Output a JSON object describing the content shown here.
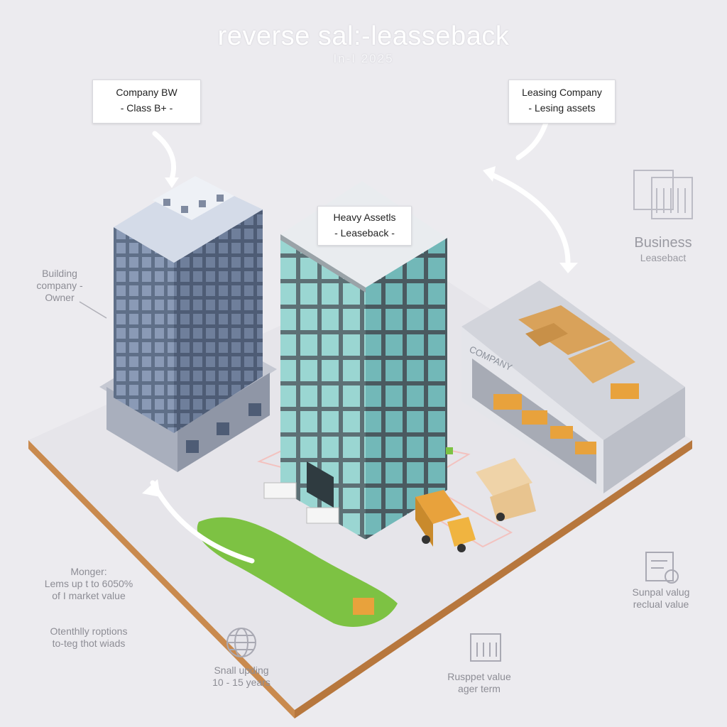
{
  "header": {
    "title": "reverse sal:-leasseback",
    "subtitle": "In-I 2025"
  },
  "callouts": {
    "company": {
      "name": "Company BW",
      "detail": "- Class B+ -"
    },
    "leasing": {
      "name": "Leasing Company",
      "detail": "- Lesing assets"
    },
    "heavy": {
      "name": "Heavy Assetls",
      "detail": "- Leaseback -"
    }
  },
  "warehouse_sign": "COMPANY",
  "side_labels": {
    "building": {
      "line1": "Building",
      "line2": "company -",
      "line3": "Owner"
    },
    "business": {
      "line1": "Business",
      "line2": "Leasebact"
    },
    "monger": {
      "line1": "Monger:",
      "line2": "Lems up t to 6050%",
      "line3": "of I market value"
    },
    "options": {
      "line1": "Otenthlly roptions",
      "line2": "to-teg thot wiads"
    },
    "small": {
      "line1": "Snall upding",
      "line2": "10 - 15 years"
    },
    "residual": {
      "line1": "Sunpal valug",
      "line2": "reclual value"
    },
    "rusppet": {
      "line1": "Rusppet value",
      "line2": "ager term"
    }
  },
  "icons": [
    "calendar-icon",
    "globe-icon",
    "document-icon",
    "clipboard-icon"
  ],
  "colors": {
    "background": "#ecebef",
    "office_tower": "#6f7f99",
    "glass_tower": "#86c6c2",
    "warehouse": "#dcdde3",
    "truck": "#e8a23c",
    "lawn": "#7dc243"
  }
}
